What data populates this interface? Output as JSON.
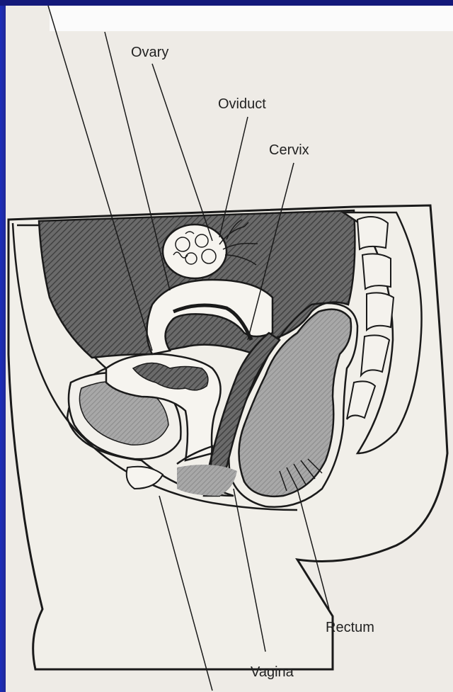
{
  "diagram": {
    "labels": {
      "ovary": "Ovary",
      "oviduct": "Oviduct",
      "cervix": "Cervix",
      "rectum": "Rectum",
      "vagina": "Vagina"
    },
    "colors": {
      "slide_background": "#13186e",
      "paper": "#eeebe6",
      "ink": "#222222",
      "hatched_fill": "#5a5a5a",
      "organ_fill": "#9a9a9a"
    }
  }
}
